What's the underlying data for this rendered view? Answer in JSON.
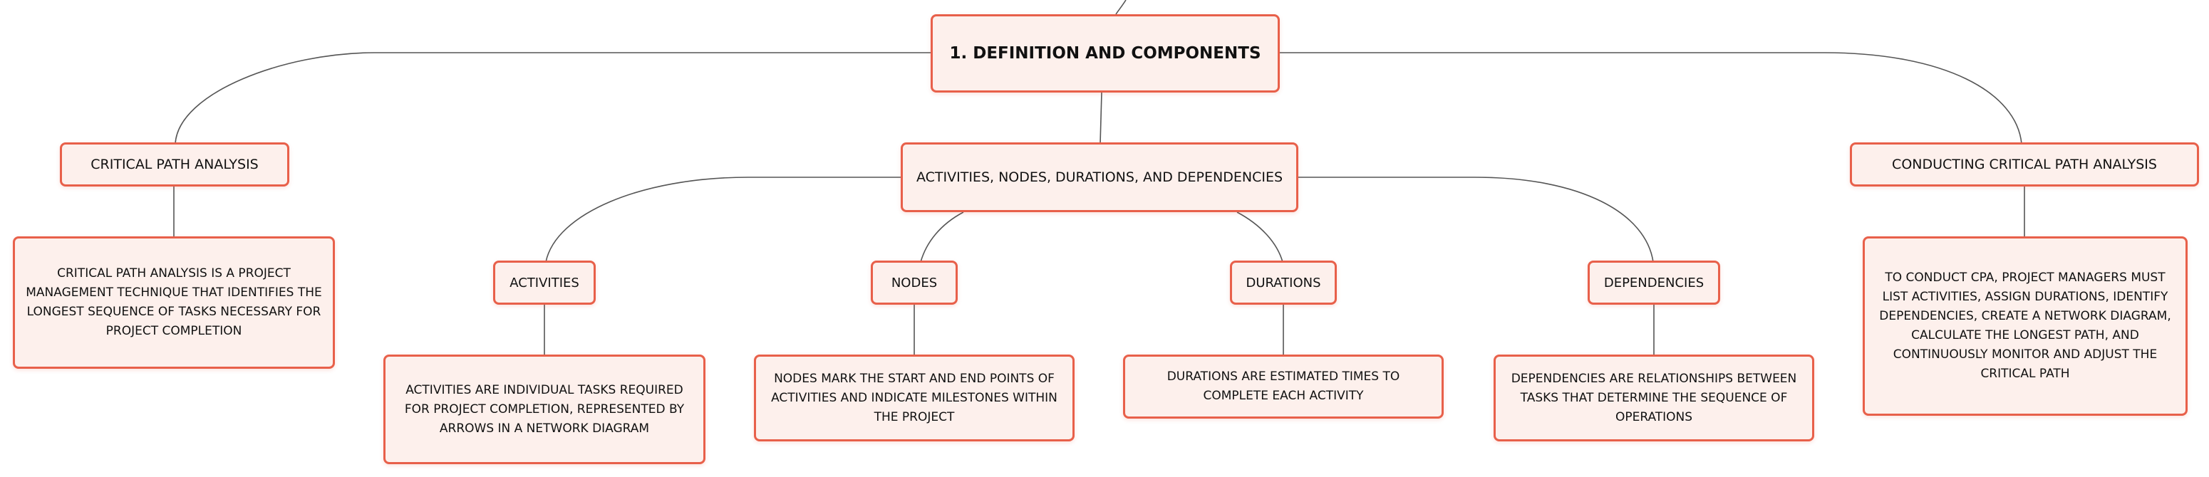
{
  "colors": {
    "accent": "#e8604a",
    "node_fill": "#fdf0ec",
    "connector": "#555555"
  },
  "root": {
    "label": "1. DEFINITION AND COMPONENTS"
  },
  "branches": {
    "critical_path": {
      "label": "CRITICAL PATH ANALYSIS",
      "description": "CRITICAL PATH ANALYSIS IS A PROJECT MANAGEMENT TECHNIQUE THAT IDENTIFIES THE LONGEST SEQUENCE OF TASKS NECESSARY FOR PROJECT COMPLETION"
    },
    "components": {
      "label": "ACTIVITIES, NODES, DURATIONS, AND DEPENDENCIES",
      "children": {
        "activities": {
          "label": "ACTIVITIES",
          "description": "ACTIVITIES ARE INDIVIDUAL TASKS REQUIRED FOR PROJECT COMPLETION, REPRESENTED BY ARROWS IN A NETWORK DIAGRAM"
        },
        "nodes": {
          "label": "NODES",
          "description": "NODES MARK THE START AND END POINTS OF ACTIVITIES AND INDICATE MILESTONES WITHIN THE PROJECT"
        },
        "durations": {
          "label": "DURATIONS",
          "description": "DURATIONS ARE ESTIMATED TIMES TO COMPLETE EACH ACTIVITY"
        },
        "dependencies": {
          "label": "DEPENDENCIES",
          "description": "DEPENDENCIES ARE RELATIONSHIPS BETWEEN TASKS THAT DETERMINE THE SEQUENCE OF OPERATIONS"
        }
      }
    },
    "conducting": {
      "label": "CONDUCTING CRITICAL PATH ANALYSIS",
      "description": "TO CONDUCT CPA, PROJECT MANAGERS MUST LIST ACTIVITIES, ASSIGN DURATIONS, IDENTIFY DEPENDENCIES, CREATE A NETWORK DIAGRAM, CALCULATE THE LONGEST PATH, AND CONTINUOUSLY MONITOR AND ADJUST THE CRITICAL PATH"
    }
  }
}
